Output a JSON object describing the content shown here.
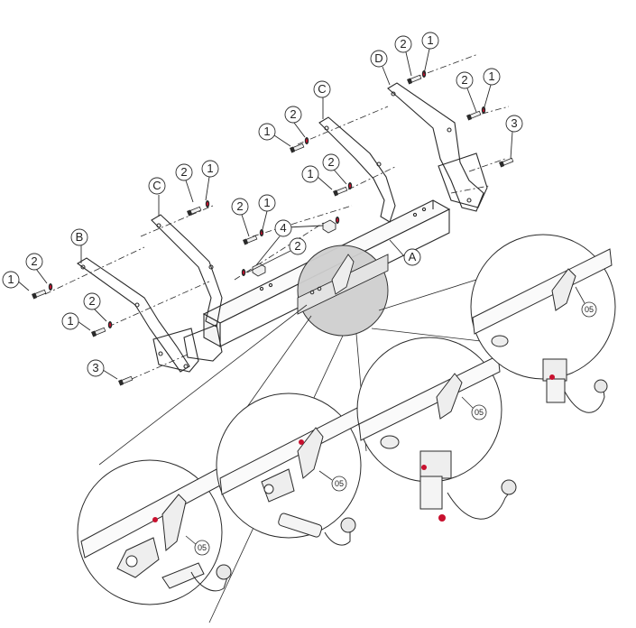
{
  "labels": {
    "n1": "1",
    "n2": "2",
    "n3": "3",
    "n4": "4",
    "A": "A",
    "B": "B",
    "C": "C",
    "D": "D",
    "code": "05"
  },
  "colors": {
    "line": "#2a2a2a",
    "bolt": "#c8102e",
    "zoom": "#c9c9c9",
    "paper": "#ffffff"
  }
}
